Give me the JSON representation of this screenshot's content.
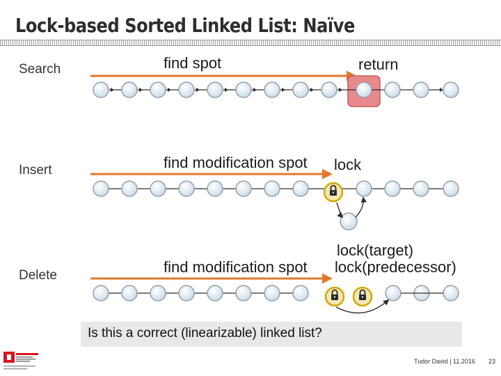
{
  "slide": {
    "title": "Lock-based Sorted Linked List: Naïve",
    "rows": {
      "search": {
        "label": "Search",
        "action": "find spot",
        "result": "return"
      },
      "insert": {
        "label": "Insert",
        "action": "find modification spot",
        "result": "lock"
      },
      "delete": {
        "label": "Delete",
        "action": "find modification spot",
        "result_top": "lock(target)",
        "result_bottom": "lock(predecessor)"
      }
    },
    "question": "Is this a correct (linearizable) linked list?",
    "footer": {
      "author": "Tudor David | 11.2016",
      "page": "23"
    }
  },
  "colors": {
    "arrow": "#e07a2a",
    "node_fill": "#dbe8f1",
    "node_stroke": "#8fa1ad",
    "found_node": "#e88a8c",
    "lock_ring": "#d4a800",
    "logo_red": "#d8141e"
  },
  "icons": [
    "lock-icon",
    "right-arrow-icon",
    "curved-arrow-icon",
    "epfl-logo"
  ]
}
